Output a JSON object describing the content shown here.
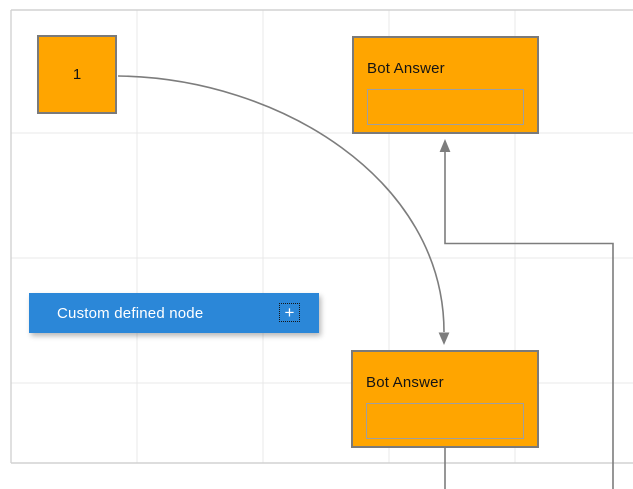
{
  "colors": {
    "canvas-bg": "#ffffff",
    "page-border": "#d2d2d2",
    "grid-line": "#e9e9e9",
    "node-orange": "#FFA500",
    "node-border": "#7a7a7a",
    "inner-box-border": "#9f9f9f",
    "node-blue": "#2B87D8",
    "connector": "#7d7d7d",
    "node-text": "#141414",
    "custom-text": "#ffffff"
  },
  "nodes": {
    "square": {
      "label": "1"
    },
    "bot_top": {
      "title": "Bot Answer"
    },
    "bot_bottom": {
      "title": "Bot Answer"
    },
    "custom": {
      "label": "Custom defined node",
      "plus": "+"
    }
  }
}
